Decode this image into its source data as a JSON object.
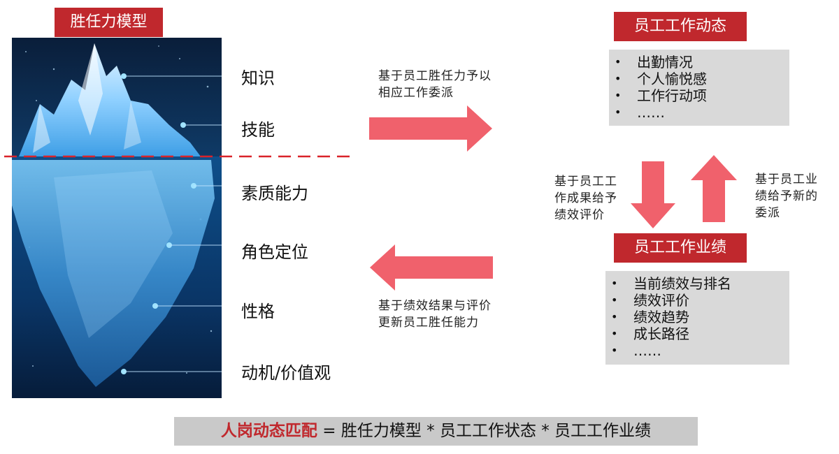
{
  "model": {
    "title": "胜任力模型",
    "above_water": [
      "知识",
      "技能"
    ],
    "below_water": [
      "素质能力",
      "角色定位",
      "性格",
      "动机/价值观"
    ]
  },
  "flows": {
    "assign_caption": "基于员工胜任力予以相应工作委派",
    "assign_lines": [
      "基于员工胜任力予以",
      "相应工作委派"
    ],
    "update_lines": [
      "基于绩效结果与评价",
      "更新员工胜任能力"
    ],
    "evaluate_lines": [
      "基于员工工",
      "作成果给予",
      "绩效评价"
    ],
    "reassign_lines": [
      "基于员工业",
      "绩给予新的",
      "委派"
    ]
  },
  "work_status": {
    "title": "员工工作动态",
    "items": [
      "出勤情况",
      "个人愉悦感",
      "工作行动项",
      "……"
    ]
  },
  "work_performance": {
    "title": "员工工作业绩",
    "items": [
      "当前绩效与排名",
      "绩效评价",
      "绩效趋势",
      "成长路径",
      "……"
    ]
  },
  "formula": {
    "highlight": "人岗动态匹配",
    "rest": " = 胜任力模型 * 员工工作状态 * 员工工作业绩"
  },
  "colors": {
    "brand_red": "#c0282d",
    "arrow_pink": "#f0616c",
    "dash_red": "#d9232a",
    "box_gray": "#d9d9d9"
  }
}
